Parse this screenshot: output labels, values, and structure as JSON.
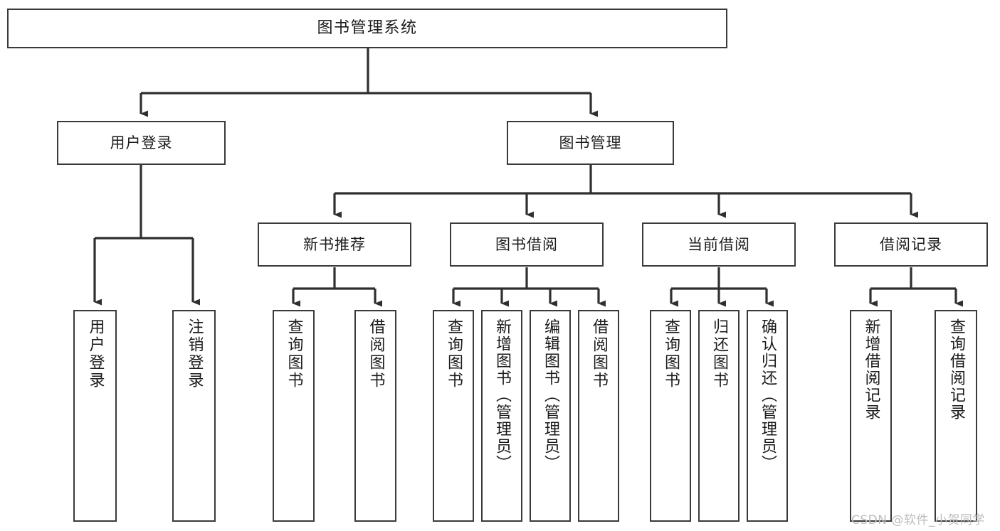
{
  "diagram": {
    "title": "图书管理系统",
    "type": "tree",
    "orientation": "top-down",
    "colors": {
      "box_border": "#3a3a3a",
      "box_fill": "#ffffff",
      "edge": "#2f2f2f",
      "text": "#1b1b1b",
      "watermark": "#bcbcbc"
    },
    "nodes": {
      "root": {
        "label": "图书管理系统"
      },
      "level1": [
        {
          "id": "user-login",
          "label": "用户登录"
        },
        {
          "id": "book-manage",
          "label": "图书管理"
        }
      ],
      "level2": [
        {
          "id": "new-book-recommend",
          "label": "新书推荐"
        },
        {
          "id": "book-borrow",
          "label": "图书借阅"
        },
        {
          "id": "current-borrow",
          "label": "当前借阅"
        },
        {
          "id": "borrow-record",
          "label": "借阅记录"
        }
      ],
      "leaves": [
        {
          "id": "leaf-user-login",
          "label": "用户登录",
          "parent": "user-login"
        },
        {
          "id": "leaf-logout-login",
          "label": "注销登录",
          "parent": "user-login"
        },
        {
          "id": "leaf-query-book-1",
          "label": "查询图书",
          "parent": "new-book-recommend"
        },
        {
          "id": "leaf-borrow-book-1",
          "label": "借阅图书",
          "parent": "new-book-recommend"
        },
        {
          "id": "leaf-query-book-2",
          "label": "查询图书",
          "parent": "book-borrow"
        },
        {
          "id": "leaf-add-book",
          "label": "新增图书（管理员）",
          "parent": "book-borrow"
        },
        {
          "id": "leaf-edit-book",
          "label": "编辑图书（管理员）",
          "parent": "book-borrow"
        },
        {
          "id": "leaf-borrow-book-2",
          "label": "借阅图书",
          "parent": "book-borrow"
        },
        {
          "id": "leaf-query-book-3",
          "label": "查询图书",
          "parent": "current-borrow"
        },
        {
          "id": "leaf-return-book",
          "label": "归还图书",
          "parent": "current-borrow"
        },
        {
          "id": "leaf-confirm-return",
          "label": "确认归还（管理员）",
          "parent": "current-borrow"
        },
        {
          "id": "leaf-add-record",
          "label": "新增借阅记录",
          "parent": "borrow-record"
        },
        {
          "id": "leaf-query-record",
          "label": "查询借阅记录",
          "parent": "borrow-record"
        }
      ]
    },
    "watermark": "CSDN @软件_小贺同学"
  }
}
